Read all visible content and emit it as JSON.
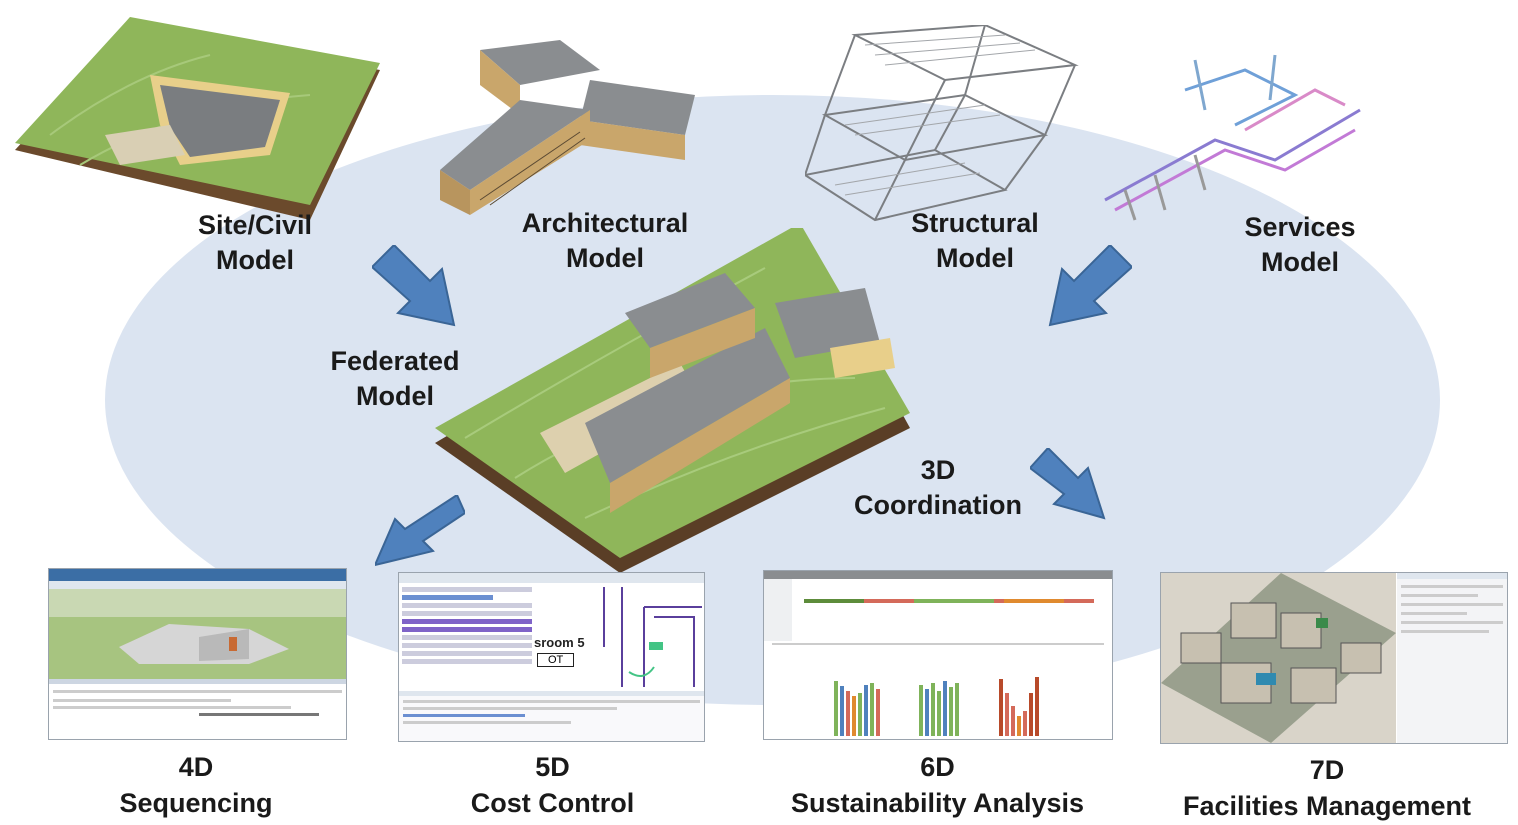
{
  "diagram": {
    "colors": {
      "ellipse": "#dbe4f1",
      "arrow_fill": "#4f81bd",
      "arrow_stroke": "#3a6596",
      "grass": "#8fb65a",
      "roof": "#8a8d90",
      "wall": "#c9a66b"
    },
    "source_models": [
      {
        "line1": "Site/Civil",
        "line2": "Model",
        "icon": "site-model-icon"
      },
      {
        "line1": "Architectural",
        "line2": "Model",
        "icon": "architectural-model-icon"
      },
      {
        "line1": "Structural",
        "line2": "Model",
        "icon": "structural-model-icon"
      },
      {
        "line1": "Services",
        "line2": "Model",
        "icon": "services-model-icon"
      }
    ],
    "federated": {
      "line1": "Federated",
      "line2": "Model",
      "icon": "federated-model-icon"
    },
    "coordination": {
      "line1": "3D",
      "line2": "Coordination"
    },
    "outputs": [
      {
        "dimension": "4D",
        "name": "Sequencing",
        "icon": "sequencing-screenshot"
      },
      {
        "dimension": "5D",
        "name": "Cost Control",
        "icon": "cost-control-screenshot"
      },
      {
        "dimension": "6D",
        "name": "Sustainability Analysis",
        "icon": "sustainability-screenshot"
      },
      {
        "dimension": "7D",
        "name": "Facilities Management",
        "icon": "facilities-screenshot"
      }
    ],
    "cost_label": "sroom 5",
    "cost_value": "OT"
  }
}
